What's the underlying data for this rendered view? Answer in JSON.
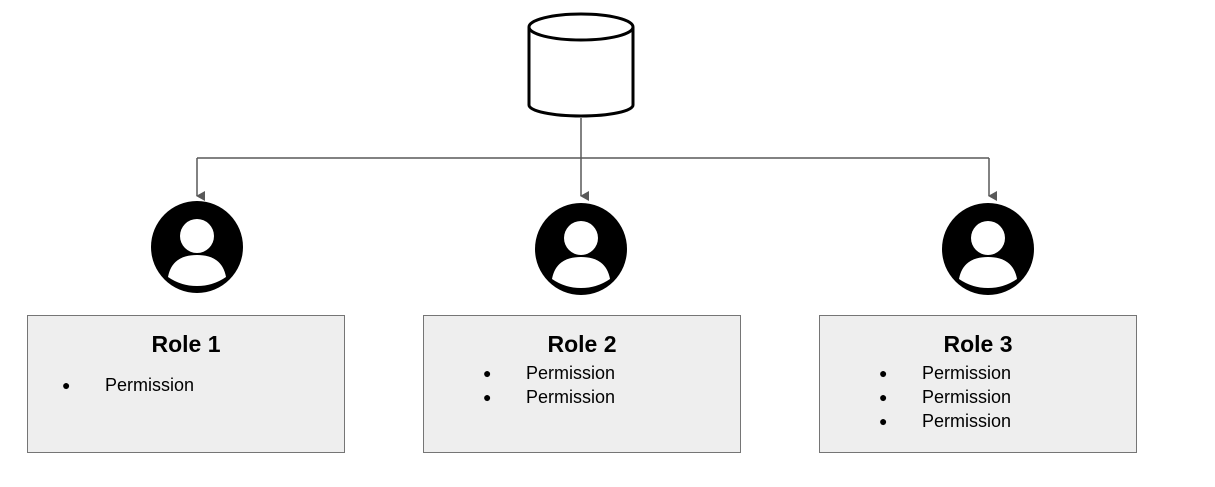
{
  "diagram": {
    "database": {
      "icon": "database-icon"
    },
    "roles": [
      {
        "title": "Role 1",
        "user_icon": "user-icon",
        "permissions": [
          "Permission"
        ]
      },
      {
        "title": "Role 2",
        "user_icon": "user-icon",
        "permissions": [
          "Permission",
          "Permission"
        ]
      },
      {
        "title": "Role 3",
        "user_icon": "user-icon",
        "permissions": [
          "Permission",
          "Permission",
          "Permission"
        ]
      }
    ],
    "colors": {
      "connector": "#595959",
      "box_fill": "#eeeeee",
      "box_border": "#757575",
      "icon": "#000000"
    }
  }
}
